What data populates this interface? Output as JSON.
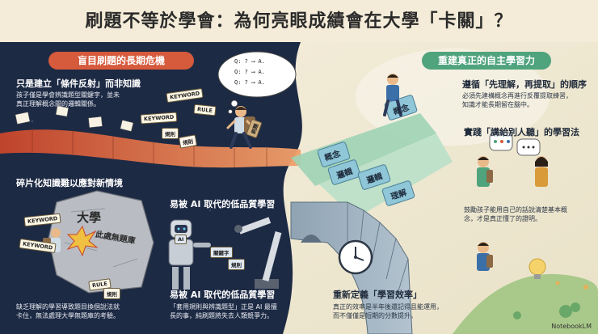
{
  "title": "刷題不等於學會：為何亮眼成績會在大學「卡關」？",
  "colors": {
    "dark_panel": "#1d2a44",
    "light_panel": "#f4ecd8",
    "red_accent": "#d65a3c",
    "green_accent": "#4fa37d"
  },
  "left": {
    "pill": "盲目刷題的長期危機",
    "sec1": {
      "heading": "只是建立「條件反射」而非知識",
      "body": [
        "孩子僅是學會辨識題型關鍵字，並未",
        "真正理解概念間的邏輯關係。"
      ]
    },
    "tags_top": [
      "KEYWORD",
      "RULE",
      "KEYWORD",
      "規則",
      "規則"
    ],
    "bubble": [
      "Q: ? ⟶ A.",
      "Q: ? ⟶ A.",
      "Q: ? ⟶ A."
    ],
    "backpack_label": "刷題",
    "sec2": {
      "heading": "碎片化知識難以應對新情境"
    },
    "rock": {
      "line1": "大學",
      "line2": "此處無題庫"
    },
    "tags_bottom": [
      "KEYWORD",
      "KEYWORD",
      "RULE",
      "規則"
    ],
    "sec3": {
      "heading": "易被 AI 取代的低品質學習"
    },
    "ai_labels": [
      "AI",
      "關鍵字",
      "規則"
    ],
    "sec4": {
      "heading": "易被 AI 取代的低品質學習",
      "body": [
        "「套用規則與辨識題型」正是 AI 最擅",
        "長的事，純刷題將失去人類競爭力。"
      ]
    },
    "sec5": {
      "body": [
        "缺乏理解的學習導致題目換個說法就",
        "卡住，無法處理大學無題庫的考驗。"
      ]
    }
  },
  "right": {
    "pill": "重建真正的自主學習力",
    "sec1": {
      "heading": "遵循「先理解，再提取」的順序",
      "body": [
        "必須先建構概念再進行反覆提取練習，",
        "知識才能長期留在腦中。"
      ]
    },
    "sec2": {
      "heading": "實踐「講給別人聽」的學習法",
      "body": [
        "鼓勵孩子能用自己的話說清楚基本概",
        "念，才是真正懂了的證明。"
      ]
    },
    "sec3": {
      "heading": "重新定義「學習效率」",
      "body": [
        "真正的效率是半年後還記得且能運用，",
        "而不僅僅是短期的分數提升。"
      ]
    },
    "puzzle": [
      "概念",
      "概念",
      "邏輯",
      "邏輯",
      "理解"
    ]
  },
  "credit": "NotebookLM"
}
